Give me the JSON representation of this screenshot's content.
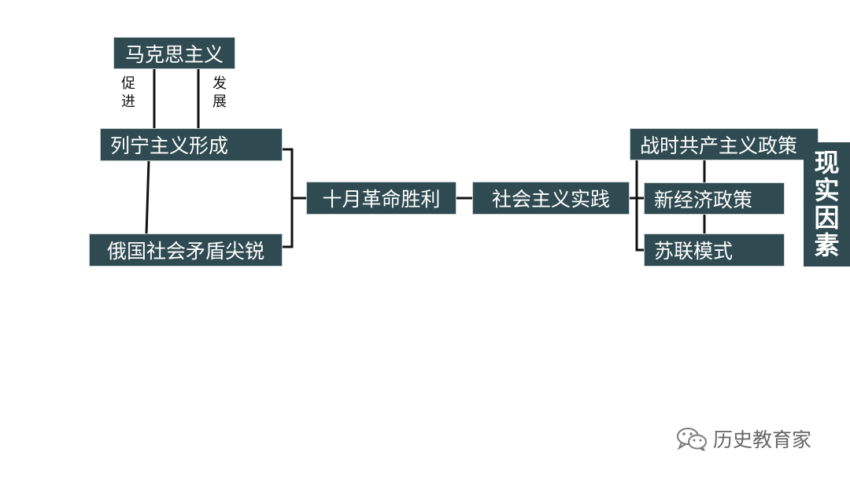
{
  "nodes": {
    "marxism": "马克思主义",
    "leninism": "列宁主义形成",
    "russia_conflict": "俄国社会矛盾尖锐",
    "october_revolution": "十月革命胜利",
    "socialist_practice": "社会主义实践",
    "war_communism": "战时共产主义政策",
    "nep": "新经济政策",
    "soviet_model": "苏联模式"
  },
  "edge_labels": {
    "promote": [
      "促",
      "进"
    ],
    "develop": [
      "发",
      "展"
    ]
  },
  "side_tag": [
    "现",
    "实",
    "因",
    "素"
  ],
  "watermark": {
    "icon": "wechat-icon",
    "text": "历史教育家"
  },
  "colors": {
    "box_fill": "#2f4b51",
    "box_text": "#ffffff",
    "line": "#111111",
    "watermark": "#666666"
  }
}
